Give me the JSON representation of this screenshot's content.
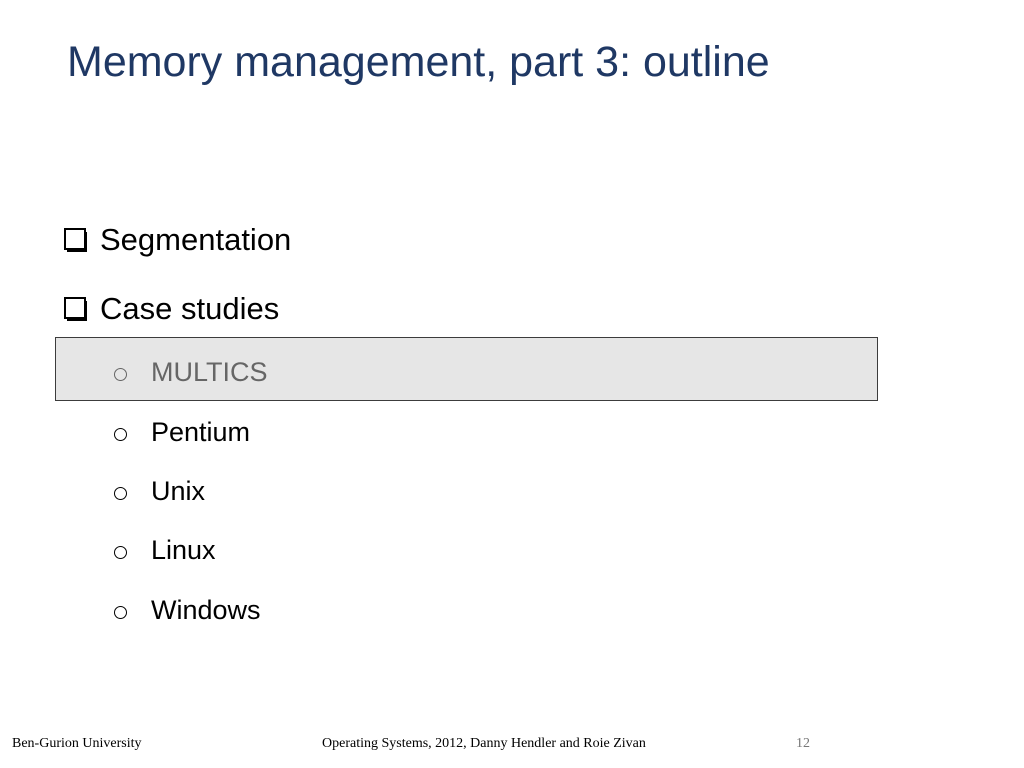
{
  "slide": {
    "title": "Memory management, part 3: outline",
    "bullets": [
      {
        "icon": "checkbox-icon",
        "label": "Segmentation"
      },
      {
        "icon": "checkbox-icon",
        "label": "Case studies"
      }
    ],
    "sub_bullets": [
      {
        "icon": "circle-icon",
        "label": "MULTICS",
        "highlighted": true
      },
      {
        "icon": "circle-icon",
        "label": "Pentium",
        "highlighted": false
      },
      {
        "icon": "circle-icon",
        "label": "Unix",
        "highlighted": false
      },
      {
        "icon": "circle-icon",
        "label": "Linux",
        "highlighted": false
      },
      {
        "icon": "circle-icon",
        "label": "Windows",
        "highlighted": false
      }
    ]
  },
  "footer": {
    "left": "Ben-Gurion University",
    "center": "Operating Systems, 2012, Danny Hendler and Roie Zivan",
    "page_number": "12"
  },
  "colors": {
    "title": "#1f3864",
    "highlight_fill": "#e6e6e6",
    "highlight_border": "#3c3c3c",
    "dimmed_text": "#666666"
  }
}
